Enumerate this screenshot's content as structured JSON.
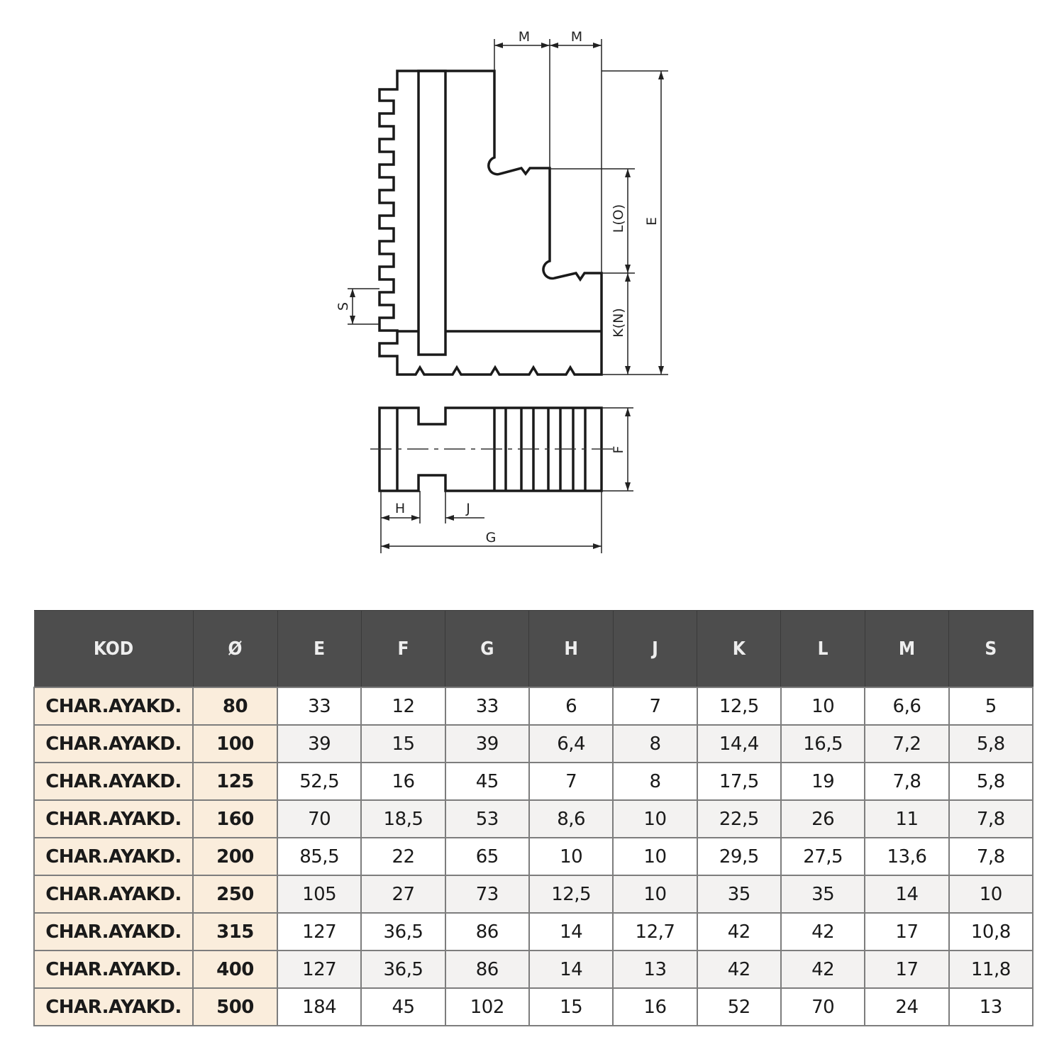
{
  "drawing": {
    "labels": {
      "M1": "M",
      "M2": "M",
      "E": "E",
      "LO": "L(O)",
      "KN": "K(N)",
      "S": "S",
      "F": "F",
      "H": "H",
      "J": "J",
      "G": "G"
    }
  },
  "table": {
    "headers": [
      "KOD",
      "Ø",
      "E",
      "F",
      "G",
      "H",
      "J",
      "K",
      "L",
      "M",
      "S"
    ],
    "rows": [
      [
        "CHAR.AYAKD.",
        "80",
        "33",
        "12",
        "33",
        "6",
        "7",
        "12,5",
        "10",
        "6,6",
        "5"
      ],
      [
        "CHAR.AYAKD.",
        "100",
        "39",
        "15",
        "39",
        "6,4",
        "8",
        "14,4",
        "16,5",
        "7,2",
        "5,8"
      ],
      [
        "CHAR.AYAKD.",
        "125",
        "52,5",
        "16",
        "45",
        "7",
        "8",
        "17,5",
        "19",
        "7,8",
        "5,8"
      ],
      [
        "CHAR.AYAKD.",
        "160",
        "70",
        "18,5",
        "53",
        "8,6",
        "10",
        "22,5",
        "26",
        "11",
        "7,8"
      ],
      [
        "CHAR.AYAKD.",
        "200",
        "85,5",
        "22",
        "65",
        "10",
        "10",
        "29,5",
        "27,5",
        "13,6",
        "7,8"
      ],
      [
        "CHAR.AYAKD.",
        "250",
        "105",
        "27",
        "73",
        "12,5",
        "10",
        "35",
        "35",
        "14",
        "10"
      ],
      [
        "CHAR.AYAKD.",
        "315",
        "127",
        "36,5",
        "86",
        "14",
        "12,7",
        "42",
        "42",
        "17",
        "10,8"
      ],
      [
        "CHAR.AYAKD.",
        "400",
        "127",
        "36,5",
        "86",
        "14",
        "13",
        "42",
        "42",
        "17",
        "11,8"
      ],
      [
        "CHAR.AYAKD.",
        "500",
        "184",
        "45",
        "102",
        "15",
        "16",
        "52",
        "70",
        "24",
        "13"
      ]
    ]
  }
}
